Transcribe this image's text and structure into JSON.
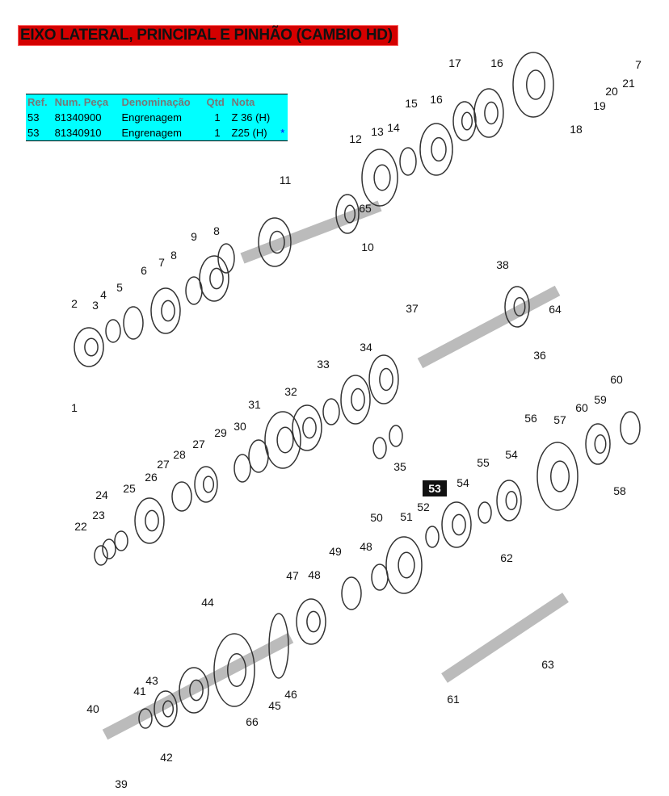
{
  "title": "EIXO LATERAL, PRINCIPAL E PINHÃO (CAMBIO HD)",
  "table": {
    "headers": [
      "Ref.",
      "Num. Peça",
      "Denominação",
      "Qtd",
      "Nota"
    ],
    "rows": [
      {
        "ref": "53",
        "part": "81340900",
        "name": "Engrenagem",
        "qty": "1",
        "note": "Z 36 (H)",
        "mark": ""
      },
      {
        "ref": "53",
        "part": "81340910",
        "name": "Engrenagem",
        "qty": "1",
        "note": "Z25 (H)",
        "mark": "*"
      }
    ]
  },
  "callouts": [
    "7",
    "21",
    "20",
    "19",
    "18",
    "16",
    "17",
    "16",
    "15",
    "14",
    "13",
    "12",
    "11",
    "65",
    "10",
    "9",
    "8",
    "8",
    "7",
    "6",
    "5",
    "4",
    "3",
    "2",
    "1",
    "38",
    "64",
    "37",
    "36",
    "34",
    "33",
    "32",
    "31",
    "30",
    "29",
    "27",
    "28",
    "27",
    "26",
    "25",
    "24",
    "23",
    "22",
    "35",
    "60",
    "56",
    "57",
    "60",
    "59",
    "58",
    "55",
    "54",
    "54",
    "53",
    "52",
    "51",
    "50",
    "49",
    "48",
    "48",
    "47",
    "44",
    "62",
    "63",
    "61",
    "43",
    "41",
    "40",
    "42",
    "39",
    "66",
    "45",
    "46"
  ],
  "highlighted_ref": "53"
}
